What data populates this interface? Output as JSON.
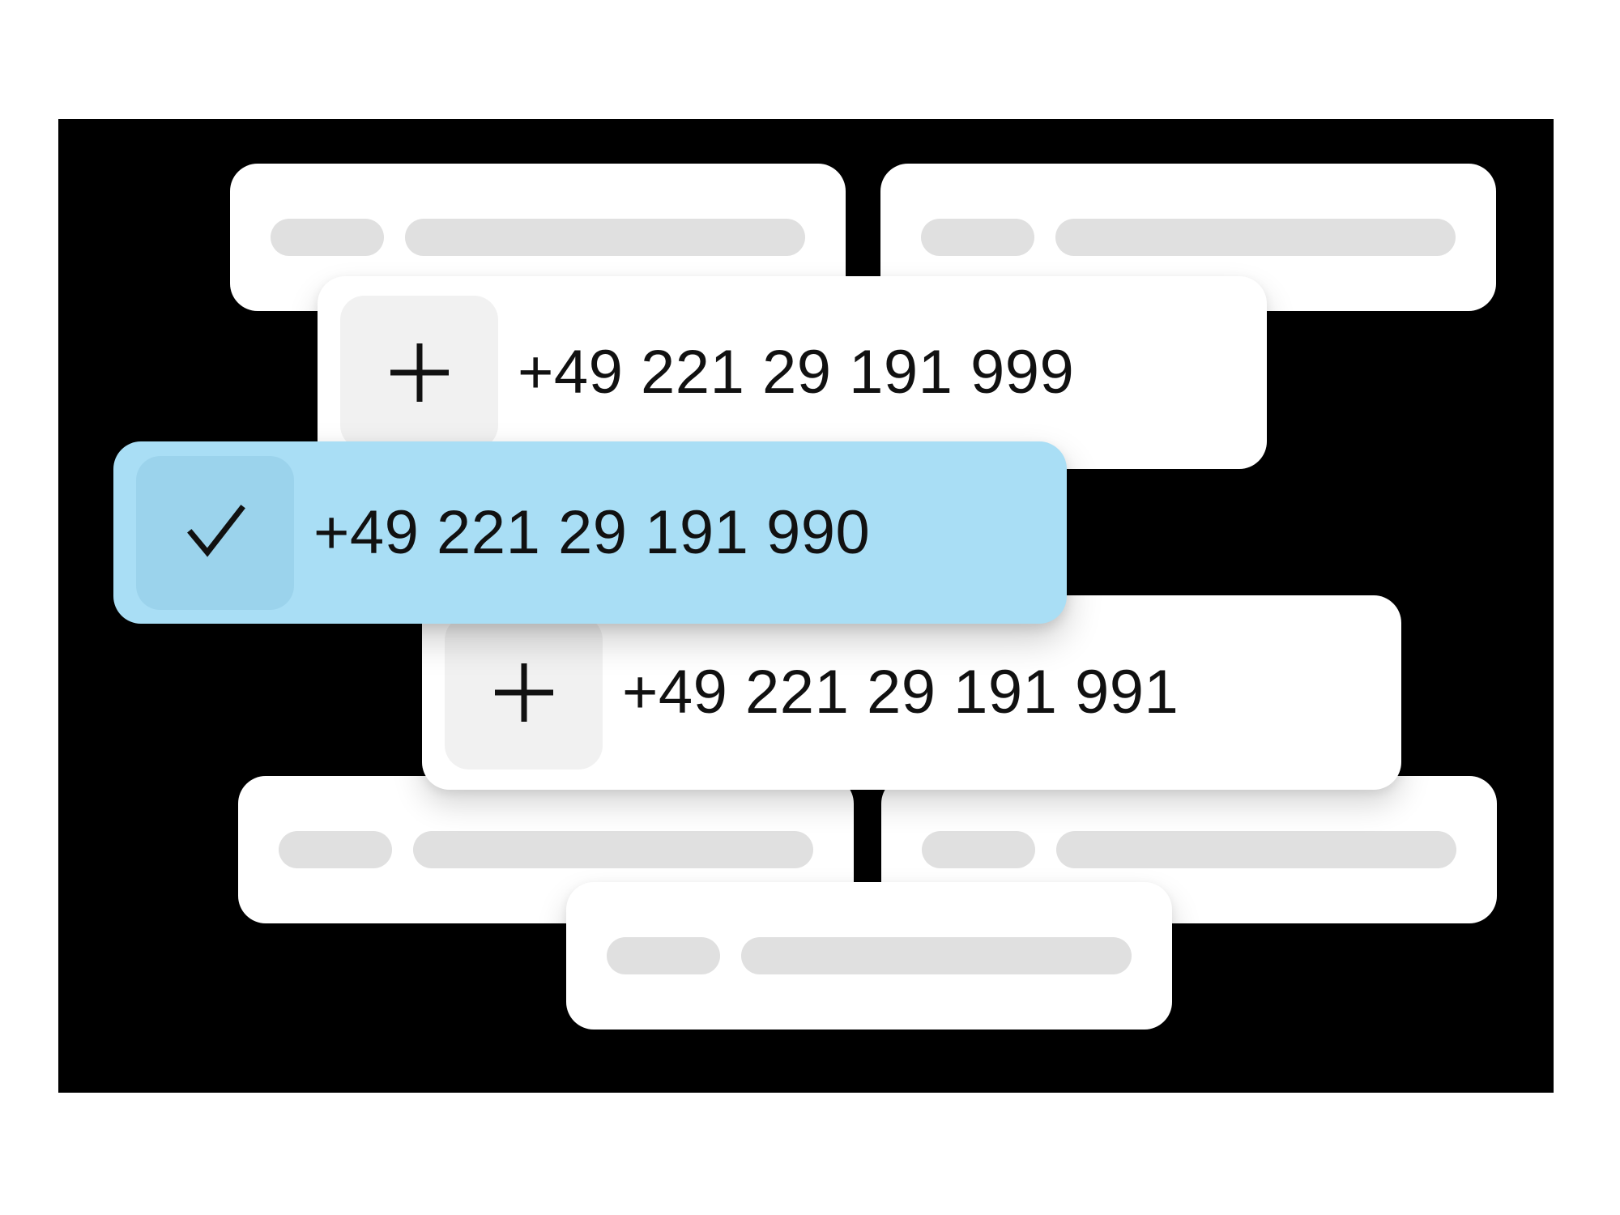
{
  "canvas": {
    "background": "#ffffff",
    "panel_color": "#000000"
  },
  "theme": {
    "card_background": "#ffffff",
    "selected_background": "#a9def5",
    "selected_icon_background": "#9bd3ec",
    "icon_background": "#f1f1f1",
    "skeleton_bar_color": "#e0e0e0",
    "text_color": "#111111"
  },
  "rows": {
    "number_999": {
      "label": "+49 221 29 191 999",
      "icon": "plus-icon",
      "selected": false
    },
    "number_990": {
      "label": "+49 221 29 191 990",
      "icon": "check-icon",
      "selected": true
    },
    "number_991": {
      "label": "+49 221 29 191 991",
      "icon": "plus-icon",
      "selected": false
    }
  },
  "placeholders": {
    "top_left": {
      "name": "skeleton-card-top-left"
    },
    "top_right": {
      "name": "skeleton-card-top-right"
    },
    "bottom_left": {
      "name": "skeleton-card-bottom-left"
    },
    "bottom_right": {
      "name": "skeleton-card-bottom-right"
    },
    "bottom_center": {
      "name": "skeleton-card-bottom-center"
    }
  }
}
